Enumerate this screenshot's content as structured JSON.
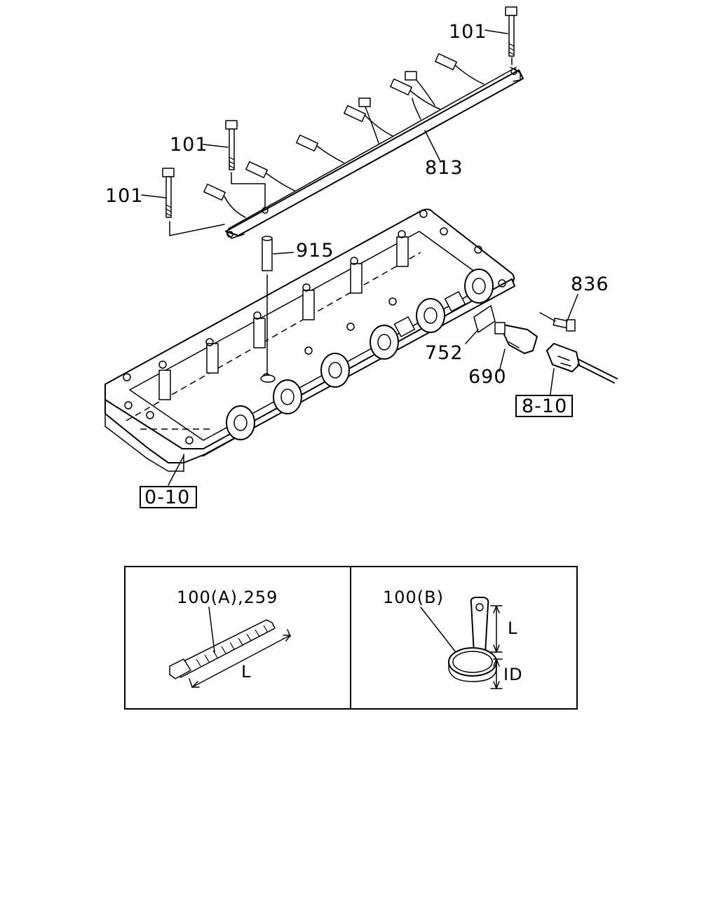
{
  "diagram": {
    "callouts": {
      "bolt_top": "101",
      "bolt_mid": "101",
      "bolt_left": "101",
      "harness": "813",
      "spacer": "915",
      "bolt_sensor": "836",
      "gasket": "752",
      "sensor": "690",
      "ref_connector": "8-10",
      "ref_cover": "0-10"
    },
    "inset": {
      "tie_label": "100(A),259",
      "tie_length_label": "L",
      "clip_label": "100(B)",
      "clip_length_label": "L",
      "clip_id_label": "ID"
    }
  }
}
